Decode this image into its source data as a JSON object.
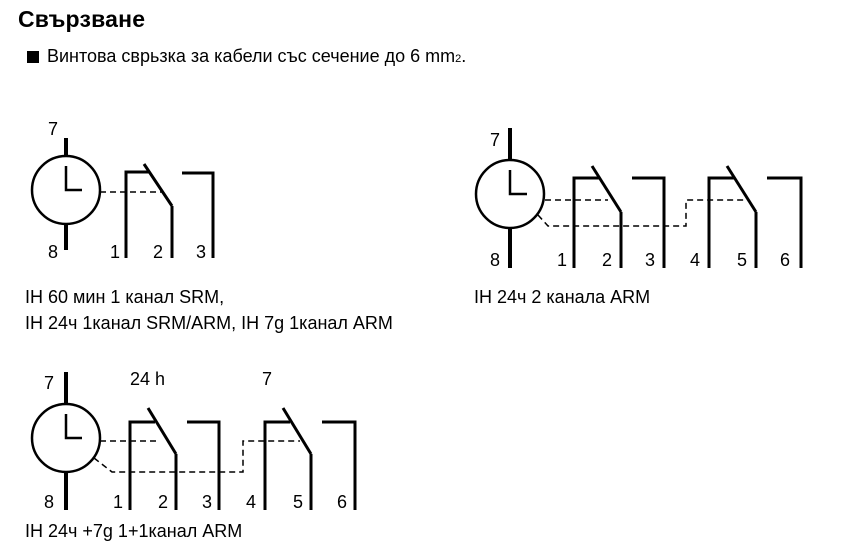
{
  "heading": "Свързване",
  "bullet": {
    "text": "Винтова сврьзка за кабели със сечение до 6 mm",
    "superscript": "2",
    "suffix": "."
  },
  "diagram_a": {
    "top_label": "7",
    "bottom_label": "8",
    "terminals": [
      "1",
      "2",
      "3"
    ],
    "caption_lines": [
      "IH 60 мин 1 канал SRM,",
      "IH 24ч 1канал SRM/ARM, IH 7g 1канал ARM"
    ]
  },
  "diagram_b": {
    "top_label": "7",
    "bottom_label": "8",
    "terminals": [
      "1",
      "2",
      "3",
      "4",
      "5",
      "6"
    ],
    "caption_lines": [
      "IH 24ч 2 канала ARM"
    ]
  },
  "diagram_c": {
    "top_label": "7",
    "bottom_label": "8",
    "channel_labels": [
      "24 h",
      "7"
    ],
    "terminals": [
      "1",
      "2",
      "3",
      "4",
      "5",
      "6"
    ],
    "caption_lines": [
      "IH 24ч +7g 1+1канал ARM"
    ]
  }
}
